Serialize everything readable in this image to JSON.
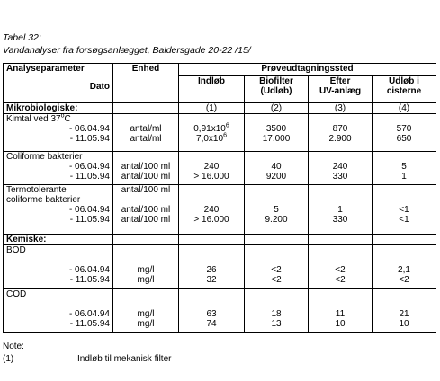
{
  "caption": {
    "label": "Tabel 32:",
    "title": "Vandanalyser fra forsøgsanlægget, Baldersgade 20-22 /15/"
  },
  "header": {
    "param": "Analyseparameter",
    "dato": "Dato",
    "enhed": "Enhed",
    "group": "Prøveudtagningssted",
    "cols": [
      {
        "l1": "Indløb",
        "l2": "",
        "num": "(1)"
      },
      {
        "l1": "Biofilter",
        "l2": "(Udløb)",
        "num": "(2)"
      },
      {
        "l1": "Efter",
        "l2": "UV-anlæg",
        "num": "(3)"
      },
      {
        "l1": "Udløb i",
        "l2": "cisterne",
        "num": "(4)"
      }
    ]
  },
  "sections": [
    {
      "title": "Mikrobiologiske:"
    },
    {
      "title": "Kemiske:"
    }
  ],
  "groups": {
    "kimtal": {
      "label_pre": "Kimtal ved 37",
      "label_deg": "o",
      "label_post": "C",
      "rows": [
        {
          "date": "- 06.04.94",
          "unit": "antal/ml",
          "v1_base": "0,91x10",
          "v1_exp": "6",
          "v2": "3500",
          "v3": "870",
          "v4": "570"
        },
        {
          "date": "- 11.05.94",
          "unit": "antal/ml",
          "v1_base": "7,0x10",
          "v1_exp": "6",
          "v2": "17.000",
          "v3": "2.900",
          "v4": "650"
        }
      ]
    },
    "coliforme": {
      "label": "Coliforme bakterier",
      "rows": [
        {
          "date": "- 06.04.94",
          "unit": "antal/100 ml",
          "v1": "240",
          "v2": "40",
          "v3": "240",
          "v4": "5"
        },
        {
          "date": "- 11.05.94",
          "unit": "antal/100 ml",
          "v1": "> 16.000",
          "v2": "9200",
          "v3": "330",
          "v4": "1"
        }
      ]
    },
    "termo": {
      "label1": "Termotolerante",
      "label1_unit": "antal/100 ml",
      "label2": "coliforme bakterier",
      "rows": [
        {
          "date": "- 06.04.94",
          "unit": "antal/100 ml",
          "v1": "240",
          "v2": "5",
          "v3": "1",
          "v4": "<1"
        },
        {
          "date": "- 11.05.94",
          "unit": "antal/100 ml",
          "v1": "> 16.000",
          "v2": "9.200",
          "v3": "330",
          "v4": "<1"
        }
      ]
    },
    "bod": {
      "label": "BOD",
      "rows": [
        {
          "date": "- 06.04.94",
          "unit": "mg/l",
          "v1": "26",
          "v2": "<2",
          "v3": "<2",
          "v4": "2,1"
        },
        {
          "date": "- 11.05.94",
          "unit": "mg/l",
          "v1": "32",
          "v2": "<2",
          "v3": "<2",
          "v4": "<2"
        }
      ]
    },
    "cod": {
      "label": "COD",
      "rows": [
        {
          "date": "- 06.04.94",
          "unit": "mg/l",
          "v1": "63",
          "v2": "18",
          "v3": "11",
          "v4": "21"
        },
        {
          "date": "- 11.05.94",
          "unit": "mg/l",
          "v1": "74",
          "v2": "13",
          "v3": "10",
          "v4": "10"
        }
      ]
    }
  },
  "notes": {
    "heading": "Note:",
    "items": [
      {
        "ref": "(1)",
        "text": "Indløb til mekanisk filter"
      }
    ]
  }
}
